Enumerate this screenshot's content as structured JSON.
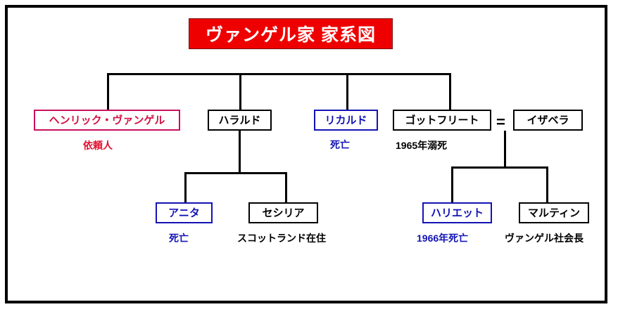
{
  "diagram": {
    "title": "ヴァンゲル家 家系図",
    "title_bg_color": "#EE0000",
    "title_text_color": "#FFFFFF",
    "frame_color": "#000000",
    "colors": {
      "black": "#000000",
      "blue": "#1313B5",
      "crimson_border": "#C71060",
      "crimson_text": "#D31145",
      "red_caption": "#E01030"
    },
    "marriage_symbol": "=",
    "nodes": {
      "henrik": {
        "label": "ヘンリック・ヴァンゲル",
        "caption": "依頼人",
        "style": "crimson"
      },
      "harald": {
        "label": "ハラルド",
        "caption": "",
        "style": "black"
      },
      "ricard": {
        "label": "リカルド",
        "caption": "死亡",
        "style": "blue"
      },
      "gottfried": {
        "label": "ゴットフリート",
        "caption": "1965年溺死",
        "style": "black"
      },
      "isabella": {
        "label": "イザベラ",
        "caption": "",
        "style": "black"
      },
      "anita": {
        "label": "アニタ",
        "caption": "死亡",
        "style": "blue"
      },
      "cecilia": {
        "label": "セシリア",
        "caption": "スコットランド在住",
        "style": "black"
      },
      "harriet": {
        "label": "ハリエット",
        "caption": "1966年死亡",
        "style": "blue"
      },
      "martin": {
        "label": "マルティン",
        "caption": "ヴァンゲル社会長",
        "style": "black"
      }
    }
  }
}
